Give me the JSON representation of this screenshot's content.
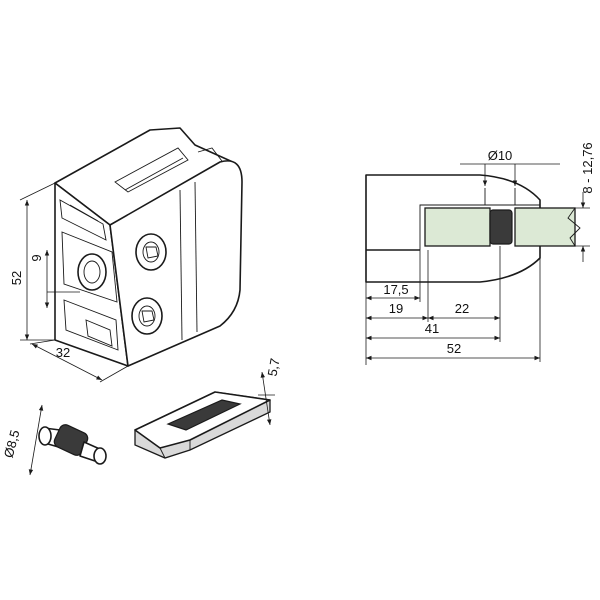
{
  "dimensions": {
    "height": "52",
    "width": "32",
    "hole_offset": "9",
    "bolt_diameter": "Ø8,5",
    "insert_thickness": "5,7",
    "pin_diameter": "Ø10",
    "glass_range": "8 - 12,76",
    "d_17_5": "17,5",
    "d_19": "19",
    "d_22": "22",
    "d_41": "41",
    "d_52": "52"
  },
  "colors": {
    "line": "#1a1a1a",
    "glass": "#dce9d5",
    "rubber": "#3a3a3a",
    "shade": "#d9d9d9"
  }
}
